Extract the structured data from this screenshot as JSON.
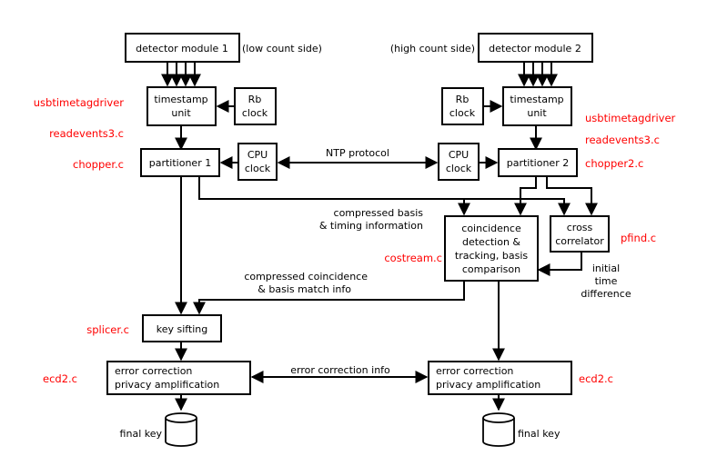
{
  "boxes": {
    "det1": [
      "detector module 1"
    ],
    "det2": [
      "detector module 2"
    ],
    "ts1": [
      "timestamp",
      "unit"
    ],
    "ts2": [
      "timestamp",
      "unit"
    ],
    "rb1": [
      "Rb",
      "clock"
    ],
    "rb2": [
      "Rb",
      "clock"
    ],
    "part1": [
      "partitioner 1"
    ],
    "part2": [
      "partitioner 2"
    ],
    "cpu1": [
      "CPU",
      "clock"
    ],
    "cpu2": [
      "CPU",
      "clock"
    ],
    "coinc": [
      "coincidence",
      "detection &",
      "tracking, basis",
      "comparison"
    ],
    "cross": [
      "cross",
      "correlator"
    ],
    "sift": [
      "key sifting"
    ],
    "ec1": [
      "error correction",
      "privacy amplification"
    ],
    "ec2": [
      "error correction",
      "privacy amplification"
    ]
  },
  "labels": {
    "low_side": "(low count side)",
    "high_side": "(high count side)",
    "ntp": "NTP protocol",
    "compressed_basis": [
      "compressed basis",
      "& timing information"
    ],
    "compressed_coinc": [
      "compressed coincidence",
      "& basis match info"
    ],
    "initial_time": [
      "initial",
      "time",
      "difference"
    ],
    "ec_info": "error correction info",
    "final_key_left": "final key",
    "final_key_right": "final key"
  },
  "programs": {
    "usb1": "usbtimetagdriver",
    "read1": "readevents3.c",
    "chopper": "chopper.c",
    "usb2": "usbtimetagdriver",
    "read2": "readevents3.c",
    "chopper2": "chopper2.c",
    "costream": "costream.c",
    "pfind": "pfind.c",
    "splicer": "splicer.c",
    "ecd_left": "ecd2.c",
    "ecd_right": "ecd2.c"
  },
  "colors": {
    "program_label": "#ff0000",
    "lines": "#000000"
  }
}
